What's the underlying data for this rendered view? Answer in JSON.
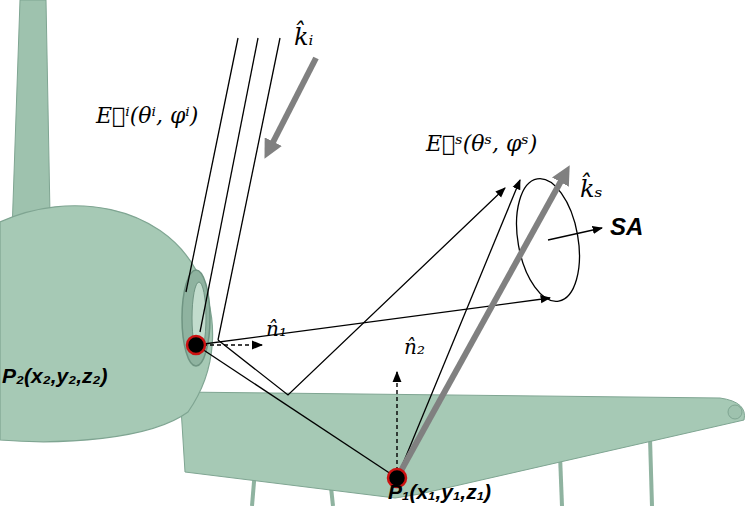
{
  "diagram": {
    "labels": [
      "k̂ᵢ",
      "E⃗ⁱ(θⁱ, φⁱ)",
      "E⃗ˢ(θˢ, φˢ)",
      "k̂ₛ",
      "SA",
      "n̂₁",
      "n̂₂",
      "P₂(x₂,y₂,z₂)",
      "P₁(x₁,y₁,z₁)"
    ]
  }
}
